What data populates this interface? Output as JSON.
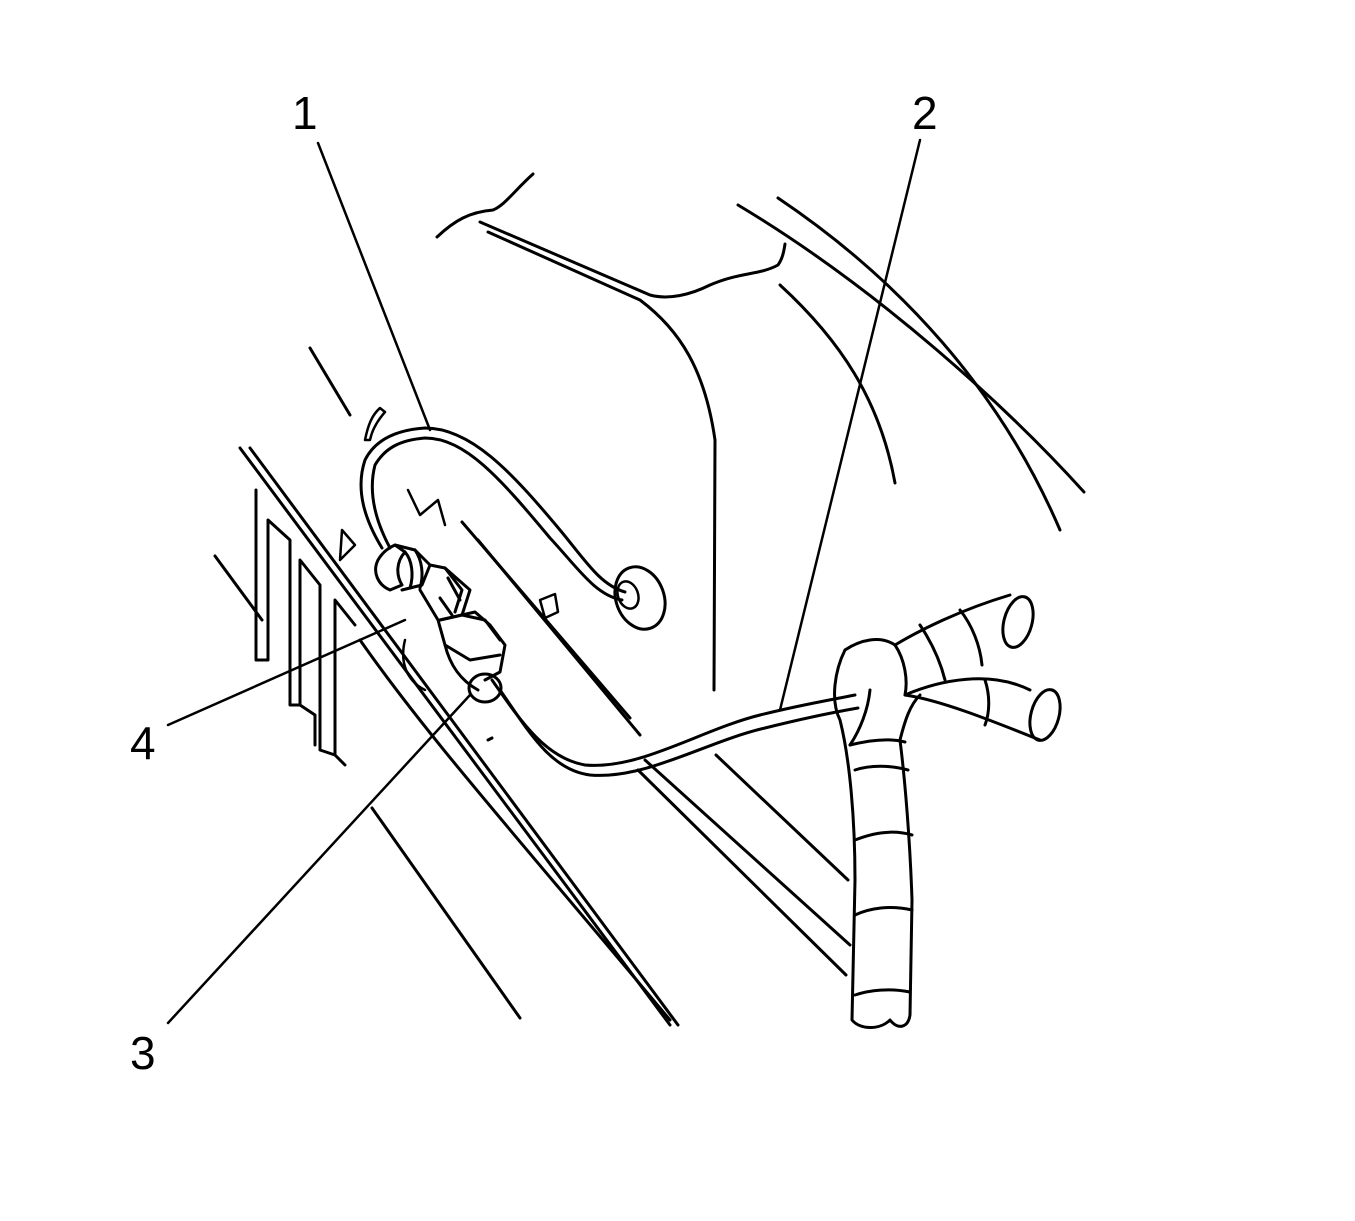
{
  "callouts": [
    {
      "id": "1",
      "label": "1"
    },
    {
      "id": "2",
      "label": "2"
    },
    {
      "id": "3",
      "label": "3"
    },
    {
      "id": "4",
      "label": "4"
    }
  ],
  "colors": {
    "ink": "#000000",
    "background": "#ffffff"
  }
}
